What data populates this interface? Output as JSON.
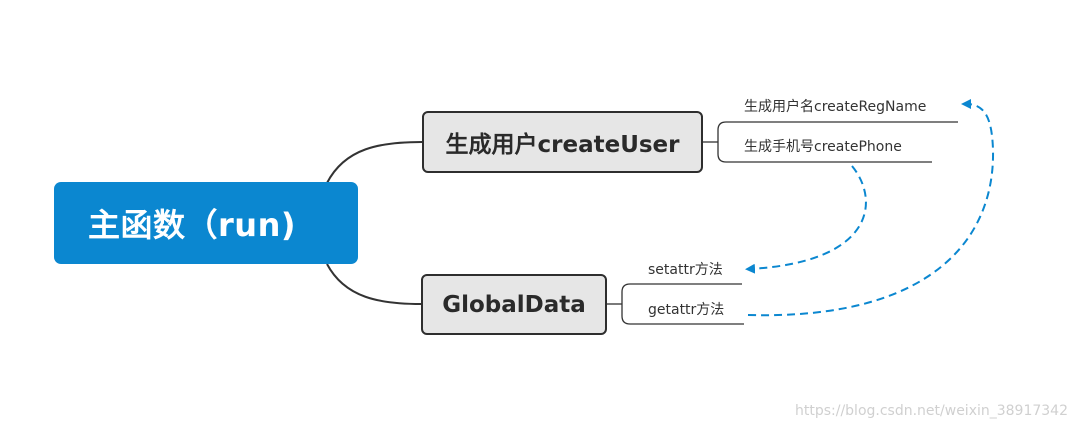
{
  "root": {
    "label": "主函数（run)"
  },
  "branches": [
    {
      "label": "生成用户createUser",
      "leaves": [
        "生成用户名createRegName",
        "生成手机号createPhone"
      ]
    },
    {
      "label": "GlobalData",
      "leaves": [
        "setattr方法",
        "getattr方法"
      ]
    }
  ],
  "colors": {
    "root_fill": "#0b87d0",
    "node_fill": "#e6e6e6",
    "node_border": "#2e2e2e",
    "connector": "#333333",
    "dashed_arrow": "#0b87d0"
  },
  "watermark": "https://blog.csdn.net/weixin_38917342"
}
